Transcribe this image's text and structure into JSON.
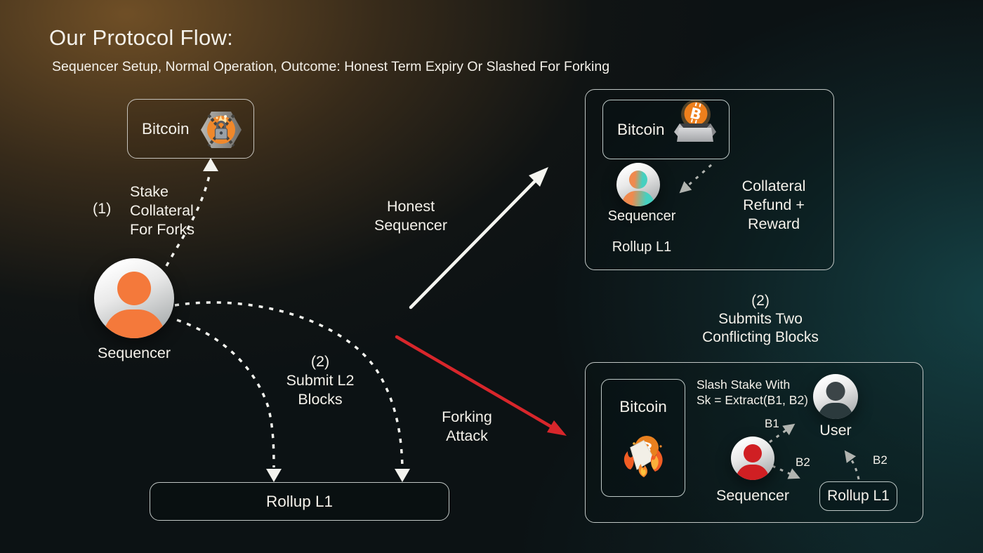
{
  "header": {
    "title": "Our Protocol Flow:",
    "subtitle": "Sequencer Setup, Normal Operation, Outcome: Honest Term Expiry Or Slashed For Forking"
  },
  "setup": {
    "bitcoin_label": "Bitcoin",
    "step1_number": "(1)",
    "step1_text": "Stake\nCollateral\nFor Forks",
    "sequencer_label": "Sequencer",
    "step2_text": "(2)\nSubmit L2\nBlocks",
    "rollup_label": "Rollup L1"
  },
  "branches": {
    "honest_text": "Honest\nSequencer",
    "forking_text": "Forking\nAttack"
  },
  "honest_outcome": {
    "bitcoin_label": "Bitcoin",
    "sequencer_label": "Sequencer",
    "rollup_label": "Rollup L1",
    "reward_text": "Collateral\nRefund +\nReward"
  },
  "forking_outcome": {
    "step_text": "(2)\nSubmits Two\nConflicting Blocks",
    "bitcoin_label": "Bitcoin",
    "slash_text": "Slash Stake With\nSk = Extract(B1, B2)",
    "user_label": "User",
    "sequencer_label": "Sequencer",
    "rollup_label": "Rollup L1",
    "b1_label": "B1",
    "b2_left_label": "B2",
    "b2_right_label": "B2"
  },
  "colors": {
    "honest_arrow": "#F5F5F0",
    "forking_arrow": "#D8262B",
    "sequencer_orange": "#F4793B",
    "sequencer_teal": "#45D0C0",
    "sequencer_red": "#D01F23",
    "bitcoin_orange": "#EE7F1C"
  }
}
